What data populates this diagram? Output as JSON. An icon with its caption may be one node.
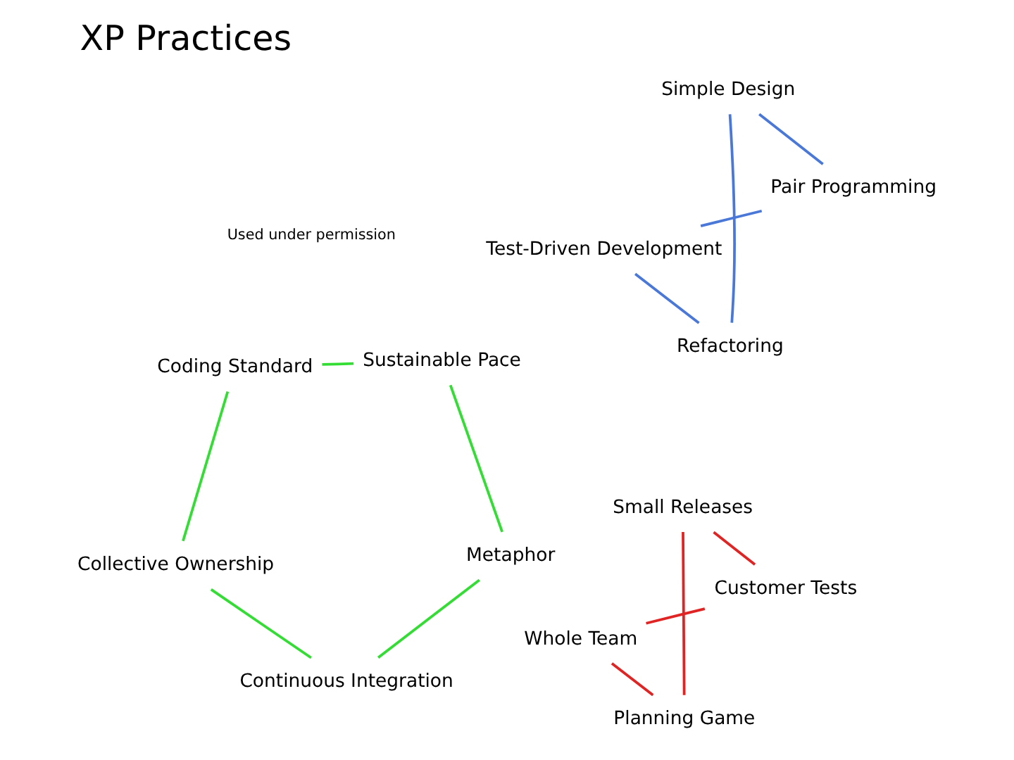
{
  "diagram": {
    "title": "XP Practices",
    "nodes": [
      {
        "text": [
          "Whole Team"
        ]
      },
      {
        "text": [
          "Collective Ownership"
        ]
      },
      {
        "text": [
          "Coding Standard"
        ]
      },
      {
        "text": [
          "Test-Driven Development"
        ]
      },
      {
        "text": [
          "Customer Tests"
        ]
      },
      {
        "text": [
          "Pair Programming"
        ]
      },
      {
        "text": [
          "Refactoring"
        ]
      },
      {
        "text": [
          "Planning Game"
        ]
      },
      {
        "text": [
          "Continuous Integration"
        ]
      },
      {
        "text": [
          "Simple Design"
        ]
      },
      {
        "text": [
          "Sustainable Pace"
        ]
      },
      {
        "text": [
          "Metaphor"
        ]
      },
      {
        "text": [
          "Small Releases"
        ]
      }
    ],
    "edges": [
      {
        "from": 0,
        "to": 7,
        "arrow": "none",
        "color": "#e02424"
      },
      {
        "from": 7,
        "to": 12,
        "arrow": "none",
        "color": "#e02424"
      },
      {
        "from": 12,
        "to": 4,
        "arrow": "none",
        "color": "#e02424"
      },
      {
        "from": 4,
        "to": 0,
        "arrow": "none",
        "color": "#e02424"
      },
      {
        "from": 1,
        "to": 2,
        "arrow": "none"
      },
      {
        "from": 2,
        "to": 10,
        "arrow": "none"
      },
      {
        "from": 10,
        "to": 11,
        "arrow": "none"
      },
      {
        "from": 11,
        "to": 8,
        "arrow": "none"
      },
      {
        "from": 8,
        "to": 1,
        "arrow": "none"
      },
      {
        "from": 3,
        "to": 6,
        "arrow": "none",
        "color": "#4a78d8"
      },
      {
        "from": 6,
        "to": 9,
        "arrow": "none",
        "color": "#4a78d8"
      },
      {
        "from": 9,
        "to": 5,
        "arrow": "none",
        "color": "#4a78d8"
      },
      {
        "from": 5,
        "to": 3,
        "arrow": "none",
        "color": "#4a78d8"
      }
    ],
    "labels": [
      "Used under permission"
    ]
  }
}
